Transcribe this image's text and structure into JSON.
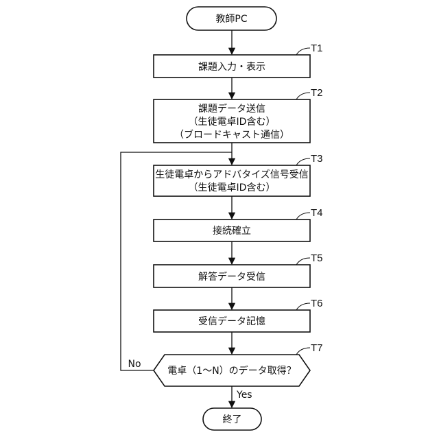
{
  "flowchart": {
    "start": {
      "label": "教師PC"
    },
    "steps": [
      {
        "id": "T1",
        "lines": [
          "課題入力・表示"
        ]
      },
      {
        "id": "T2",
        "lines": [
          "課題データ送信",
          "（生徒電卓ID含む）",
          "（ブロードキャスト通信）"
        ]
      },
      {
        "id": "T3",
        "lines": [
          "生徒電卓からアドバタイズ信号受信",
          "（生徒電卓ID含む）"
        ]
      },
      {
        "id": "T4",
        "lines": [
          "接続確立"
        ]
      },
      {
        "id": "T5",
        "lines": [
          "解答データ受信"
        ]
      },
      {
        "id": "T6",
        "lines": [
          "受信データ記憶"
        ]
      }
    ],
    "decision": {
      "id": "T7",
      "label": "電卓（1～N）のデータ取得？",
      "no_label": "No",
      "yes_label": "Yes"
    },
    "end": {
      "label": "終了"
    }
  }
}
